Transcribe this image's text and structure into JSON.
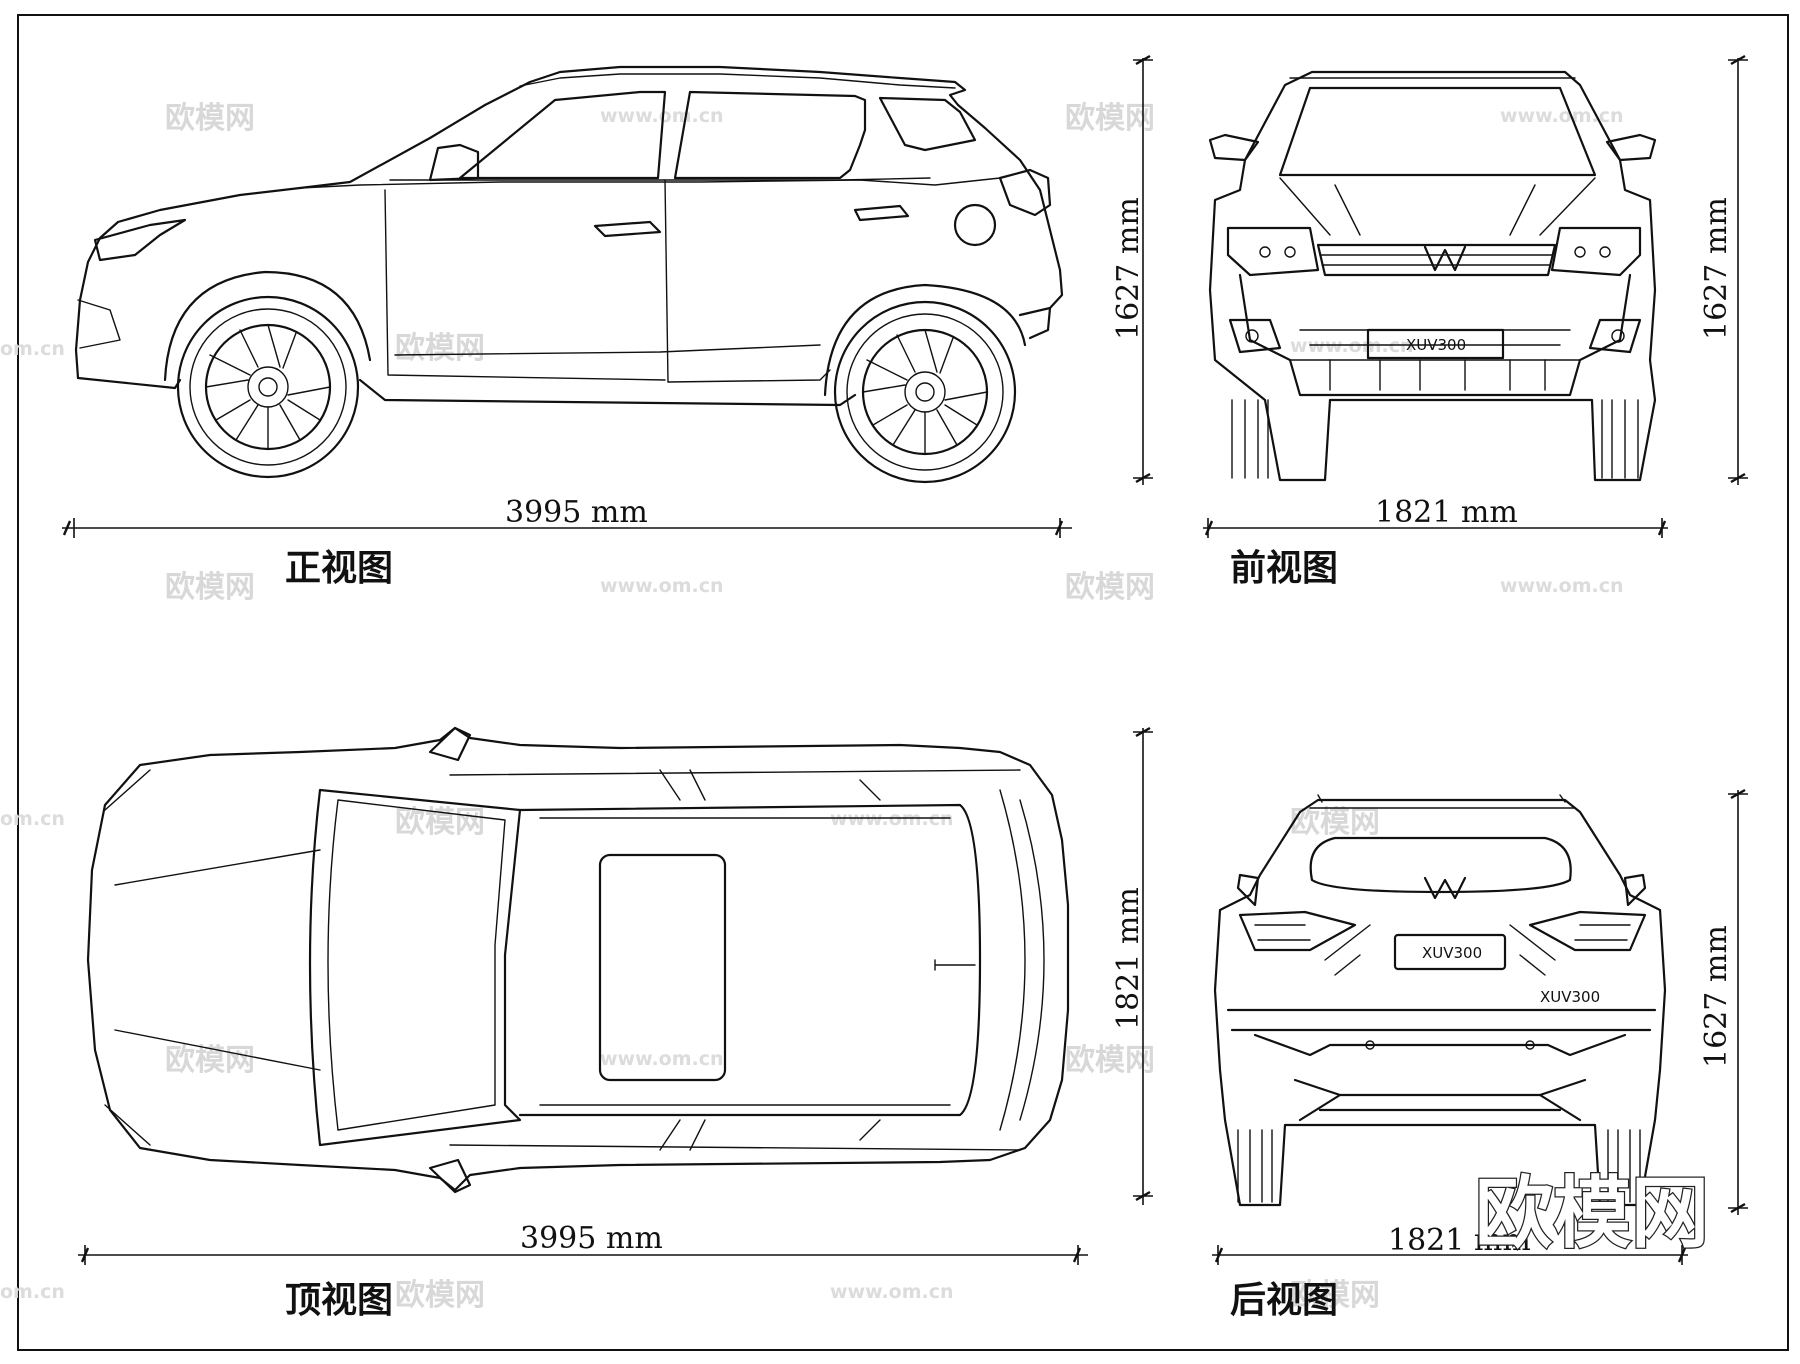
{
  "views": {
    "side": {
      "caption": "正视图",
      "length_label": "3995 mm"
    },
    "front": {
      "caption": "前视图",
      "width_label": "1821 mm",
      "height_label": "1627 mm",
      "plate": "XUV300"
    },
    "top": {
      "caption": "顶视图",
      "length_label": "3995 mm",
      "width_label": "1821 mm"
    },
    "rear": {
      "caption": "后视图",
      "width_label": "1821 mm",
      "height_label": "1627 mm",
      "plate": "XUV300",
      "badge": "XUV300"
    }
  },
  "watermark": {
    "brand": "欧模网",
    "url": "www.om.cn",
    "url_edge": "om.cn"
  }
}
